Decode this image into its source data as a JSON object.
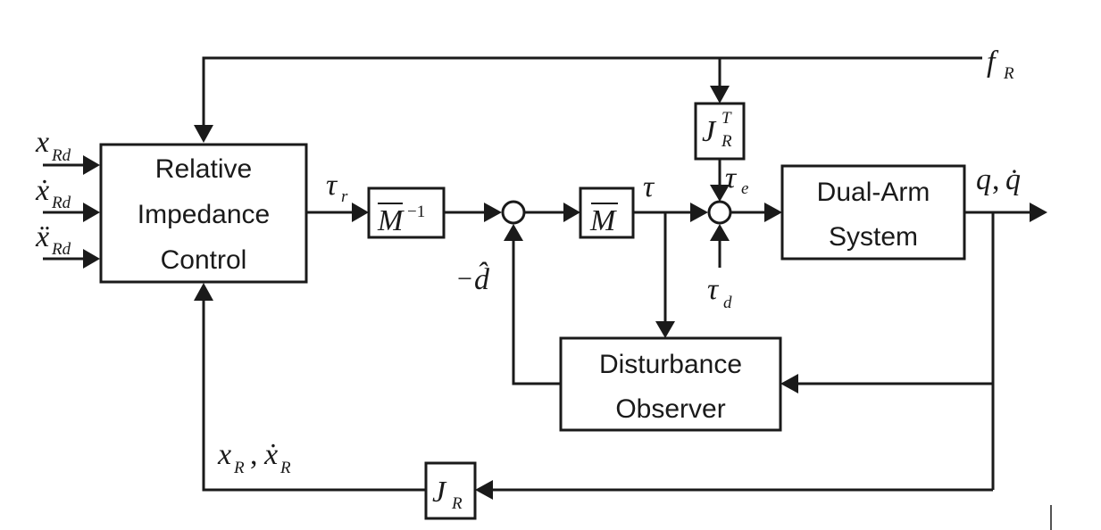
{
  "blocks": {
    "impedance": [
      "Relative",
      "Impedance",
      "Control"
    ],
    "dual_arm": [
      "Dual-Arm",
      "System"
    ],
    "observer": [
      "Disturbance",
      "Observer"
    ]
  },
  "symbols": {
    "x": "x",
    "x_dot": "ẋ",
    "x_ddot": "ẍ",
    "sub_Rd": "Rd",
    "sub_R": "R",
    "tau": "τ",
    "sub_r": "r",
    "sub_e": "e",
    "sub_d": "d",
    "M": "M",
    "minus_one": "−1",
    "minus": "−",
    "d_hat": "d̂",
    "q": "q",
    "q_dot": "q̇",
    "comma": ",",
    "f": "f",
    "J": "J",
    "sup_T": "T"
  }
}
